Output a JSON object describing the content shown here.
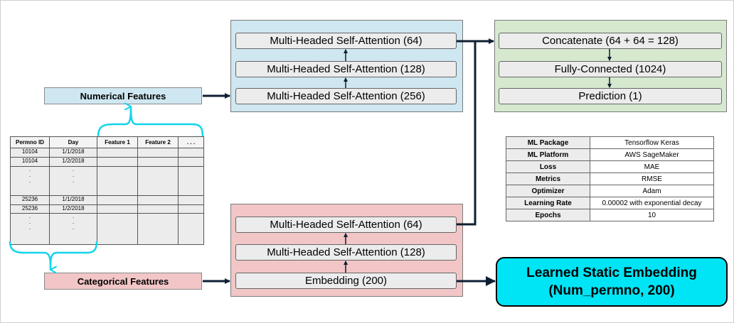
{
  "numerical_features": "Numerical Features",
  "categorical_features": "Categorical Features",
  "numeric_branch": {
    "layers": [
      "Multi-Headed Self-Attention (64)",
      "Multi-Headed Self-Attention (128)",
      "Multi-Headed Self-Attention (256)"
    ]
  },
  "categorical_branch": {
    "layers": [
      "Multi-Headed Self-Attention (64)",
      "Multi-Headed Self-Attention (128)",
      "Embedding (200)"
    ]
  },
  "head": {
    "layers": [
      "Concatenate (64 + 64 = 128)",
      "Fully-Connected (1024)",
      "Prediction (1)"
    ]
  },
  "output": {
    "line1": "Learned Static Embedding",
    "line2": "(Num_permno, 200)"
  },
  "data_table": {
    "headers": [
      "Permno ID",
      "Day",
      "Feature 1",
      "Feature 2",
      ". . ."
    ],
    "rows": [
      [
        "10104",
        "1/1/2018"
      ],
      [
        "10104",
        "1/2/2018"
      ],
      [
        ".",
        "."
      ],
      [
        ".",
        "."
      ],
      [
        ".",
        "."
      ],
      [
        "25236",
        "1/1/2018"
      ],
      [
        "25236",
        "1/2/2018"
      ],
      [
        ".",
        "."
      ],
      [
        ".",
        "."
      ],
      [
        ".",
        "."
      ]
    ]
  },
  "ml_config": {
    "rows": [
      {
        "key": "ML Package",
        "value": "Tensorflow Keras"
      },
      {
        "key": "ML Platform",
        "value": "AWS SageMaker"
      },
      {
        "key": "Loss",
        "value": "MAE"
      },
      {
        "key": "Metrics",
        "value": "RMSE"
      },
      {
        "key": "Optimizer",
        "value": "Adam"
      },
      {
        "key": "Learning Rate",
        "value": "0.00002 with exponential decay"
      },
      {
        "key": "Epochs",
        "value": "10"
      }
    ]
  }
}
